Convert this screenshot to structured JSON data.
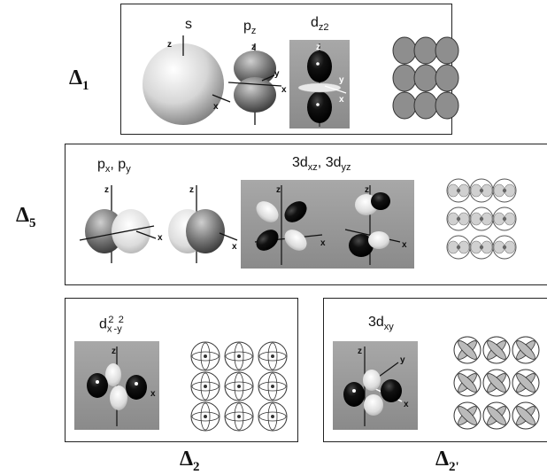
{
  "rows": {
    "delta1": {
      "label_base": "Δ",
      "label_sub": "1",
      "orbitals": {
        "s": "s",
        "pz_base": "p",
        "pz_sub": "z",
        "dz2_base": "d",
        "dz2_sub": "z2"
      }
    },
    "delta5": {
      "label_base": "Δ",
      "label_sub": "5",
      "orbitals": {
        "px_base": "p",
        "px_sub": "x",
        "sep": ", ",
        "py_base": "p",
        "py_sub": "y",
        "dxz_base": "3d",
        "dxz_sub": "xz",
        "sep2": ", ",
        "dyz_base": "3d",
        "dyz_sub": "yz"
      }
    },
    "delta2": {
      "label_base": "Δ",
      "label_sub": "2",
      "orbitals": {
        "d_base": "d",
        "d_sub1": "x",
        "d_sup1": "2",
        "d_sub2": "-y",
        "d_sup2": "2"
      }
    },
    "delta2p": {
      "label_base": "Δ",
      "label_sub": "2'",
      "orbitals": {
        "dxy_base": "3d",
        "dxy_sub": "xy"
      }
    }
  },
  "axis_labels": {
    "x": "x",
    "y": "y",
    "z": "z"
  },
  "colors": {
    "grid_fill": "#8e8e8e",
    "photo_bg": "#9a9a9a",
    "lobe_dark": "#0e0e0e",
    "lobe_light": "#f2f2f2"
  }
}
